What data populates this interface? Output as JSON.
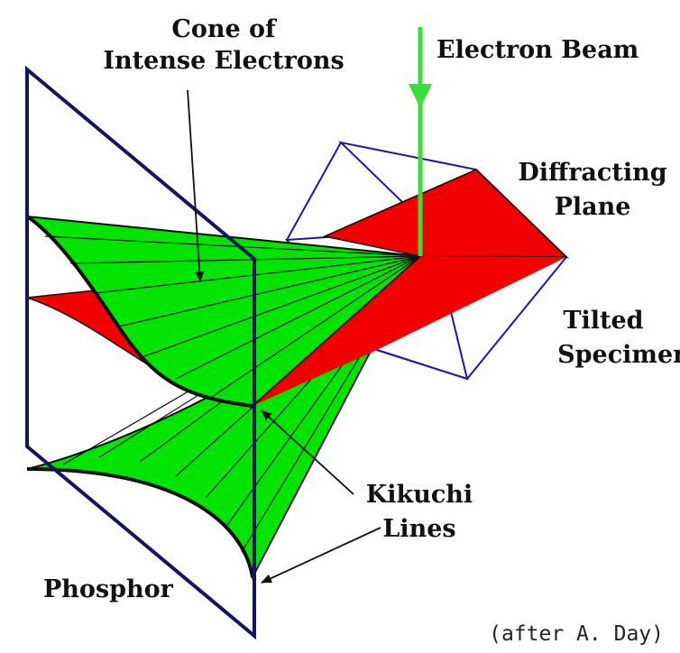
{
  "labels": {
    "cone_line1": "Cone of",
    "cone_line2": "Intense Electrons",
    "electron_beam": "Electron Beam",
    "diffracting_line1": "Diffracting",
    "diffracting_line2": "Plane",
    "tilted_line1": "Tilted",
    "tilted_line2": "Specimen",
    "kikuchi_line1": "Kikuchi",
    "kikuchi_line2": "Lines",
    "phosphor": "Phosphor",
    "credit": "(after A. Day)"
  },
  "colors": {
    "cone_green": "#00e400",
    "beam_green": "#36e036",
    "plane_red": "#f20000",
    "frame_navy": "#141464",
    "specimen_blue": "#1a1aa0",
    "outline": "#101010"
  }
}
